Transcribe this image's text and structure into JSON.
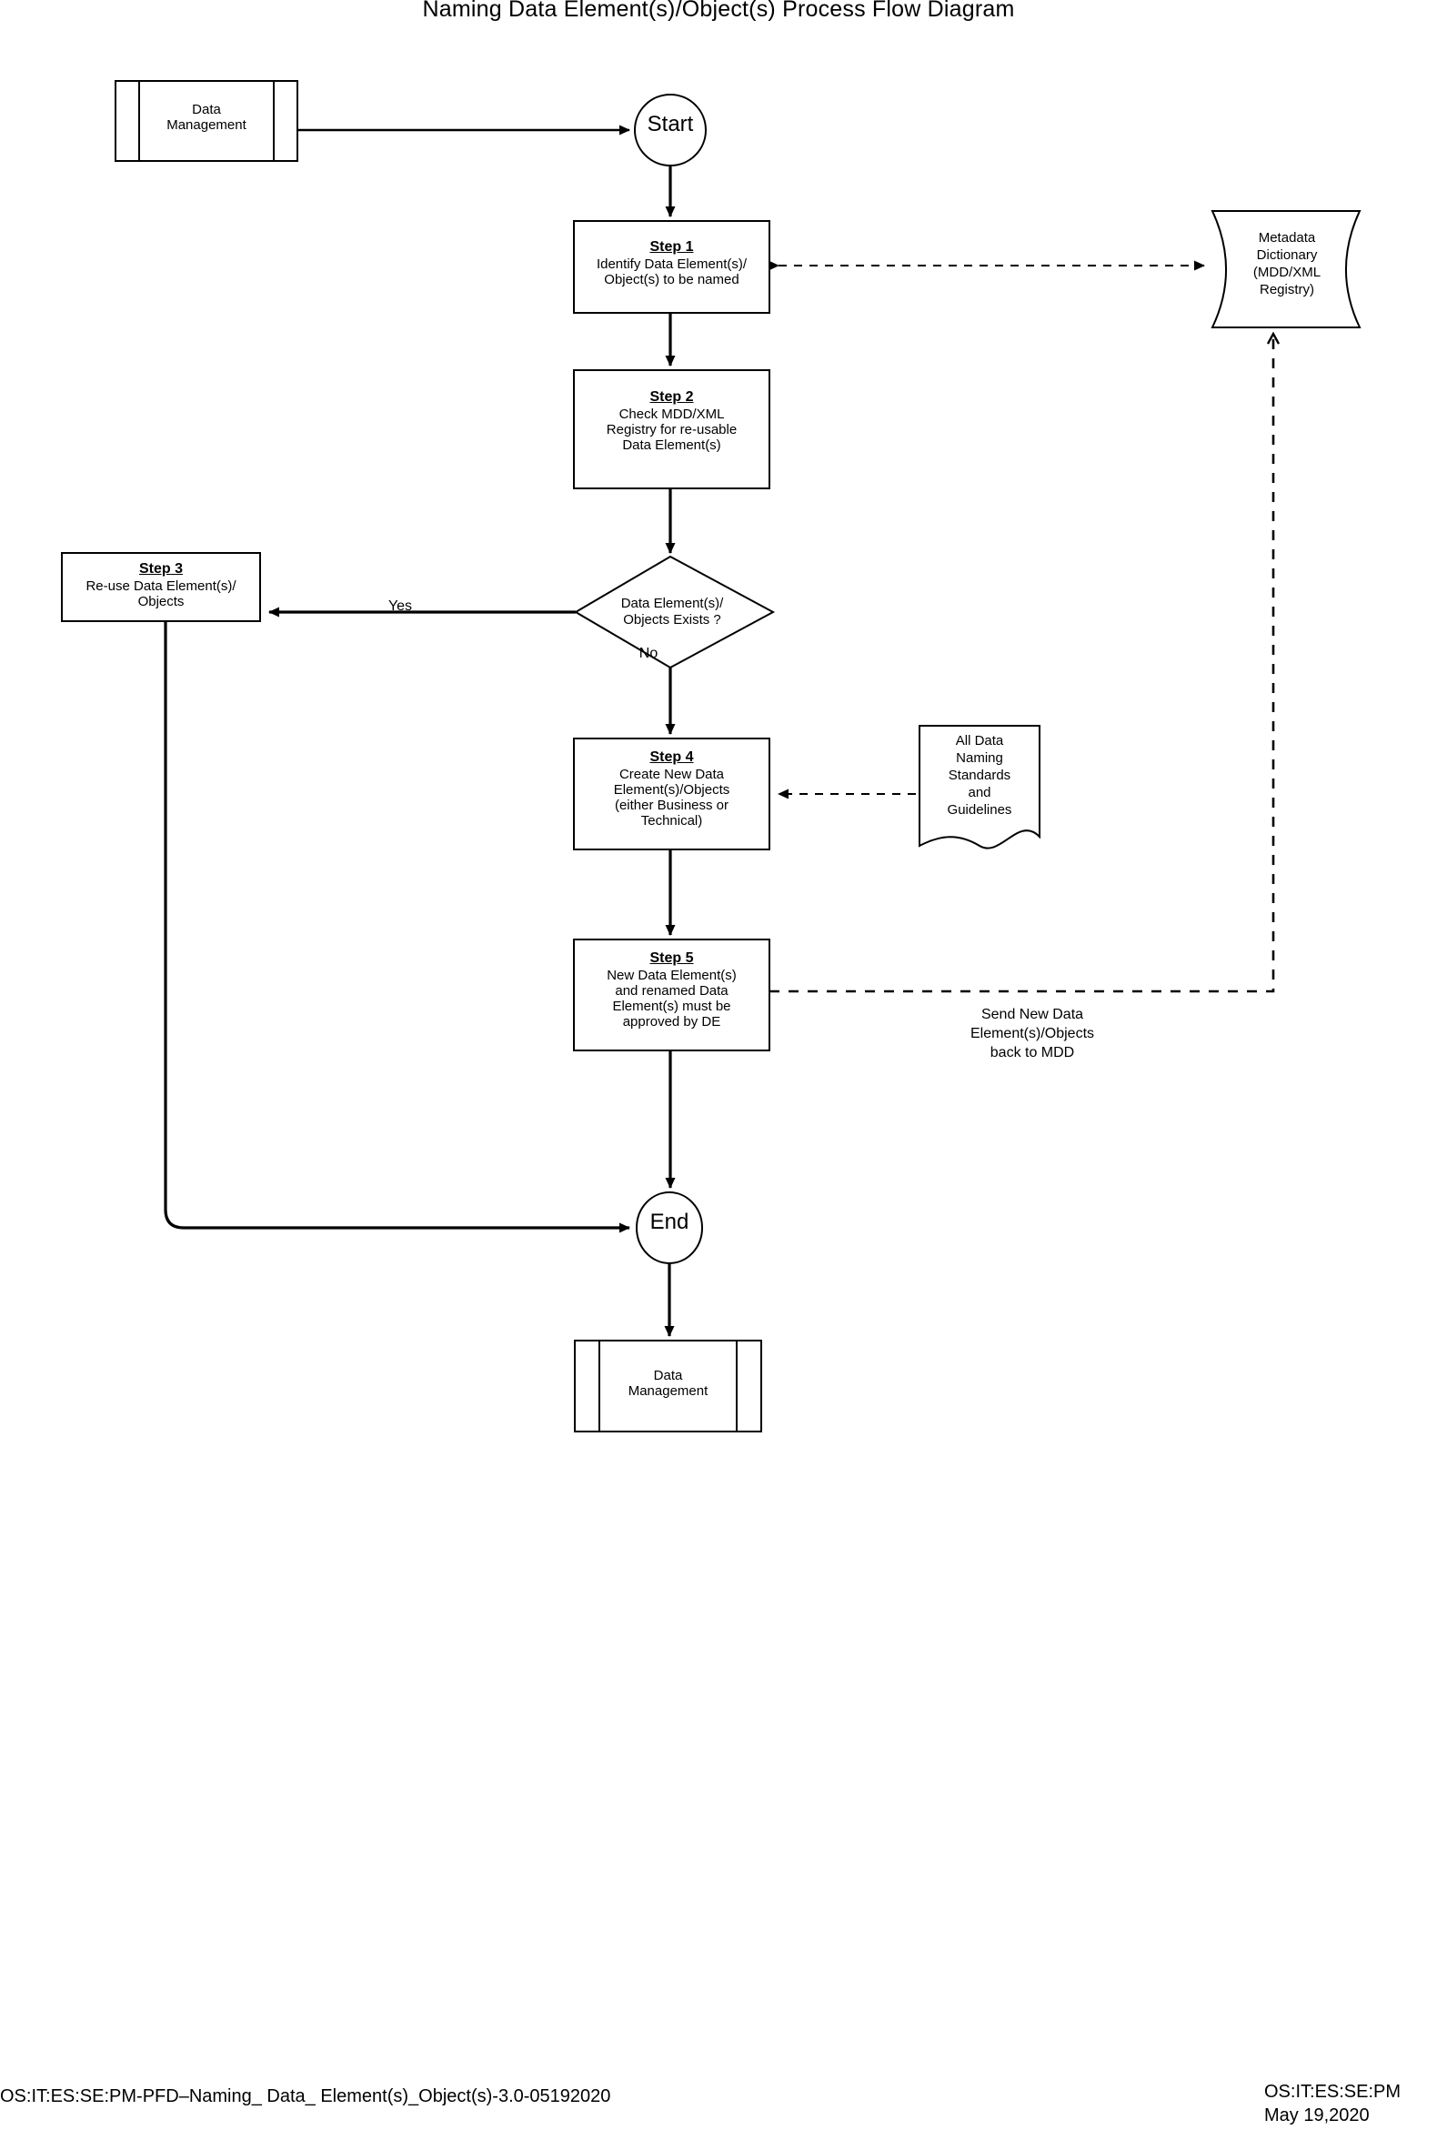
{
  "title": "Naming Data Element(s)/Object(s) Process Flow Diagram",
  "colors": {
    "stroke": "#000000",
    "fill": "#ffffff",
    "text": "#000000"
  },
  "nodes": {
    "data_management_top": {
      "shape": "predefined-process",
      "label": "Data\nManagement",
      "line1": "Data",
      "line2": "Management"
    },
    "start": {
      "shape": "circle",
      "label": "Start"
    },
    "step1": {
      "shape": "process",
      "header": "Step 1",
      "line1": "Identify Data Element(s)/",
      "line2": "Object(s)  to be named"
    },
    "step2": {
      "shape": "process",
      "header": "Step 2",
      "line1": "Check MDD/XML",
      "line2": "Registry for re-usable",
      "line3": "Data Element(s)"
    },
    "decision": {
      "shape": "decision",
      "line1": "Data Element(s)/",
      "line2": "Objects  Exists ?"
    },
    "step3": {
      "shape": "process",
      "header": "Step 3",
      "line1": "Re-use Data Element(s)/",
      "line2": "Objects"
    },
    "step4": {
      "shape": "process",
      "header": "Step 4",
      "line1": "Create New Data",
      "line2": "Element(s)/Objects",
      "line3": "(either Business or",
      "line4": "Technical)"
    },
    "step5": {
      "shape": "process",
      "header": "Step 5",
      "line1": "New Data Element(s)",
      "line2": "and renamed Data",
      "line3": "Element(s) must be",
      "line4": "approved by DE"
    },
    "metadata_dictionary": {
      "shape": "stored-data",
      "line1": "Metadata",
      "line2": "Dictionary",
      "line3": "(MDD/XML",
      "line4": "Registry)"
    },
    "standards_doc": {
      "shape": "document",
      "line1": "All Data",
      "line2": "Naming",
      "line3": "Standards",
      "line4": "and",
      "line5": "Guidelines"
    },
    "end": {
      "shape": "circle",
      "label": "End"
    },
    "data_management_bottom": {
      "shape": "predefined-process",
      "line1": "Data",
      "line2": "Management"
    }
  },
  "edge_labels": {
    "yes": "Yes",
    "no": "No",
    "send_back_line1": "Send New Data",
    "send_back_line2": "Element(s)/Objects",
    "send_back_line3": "back to MDD"
  },
  "footer": {
    "left": "OS:IT:ES:SE:PM-PFD–Naming_ Data_ Element(s)_Object(s)-3.0-05192020",
    "right_line1": "OS:IT:ES:SE:PM",
    "right_line2": "May 19,2020"
  }
}
